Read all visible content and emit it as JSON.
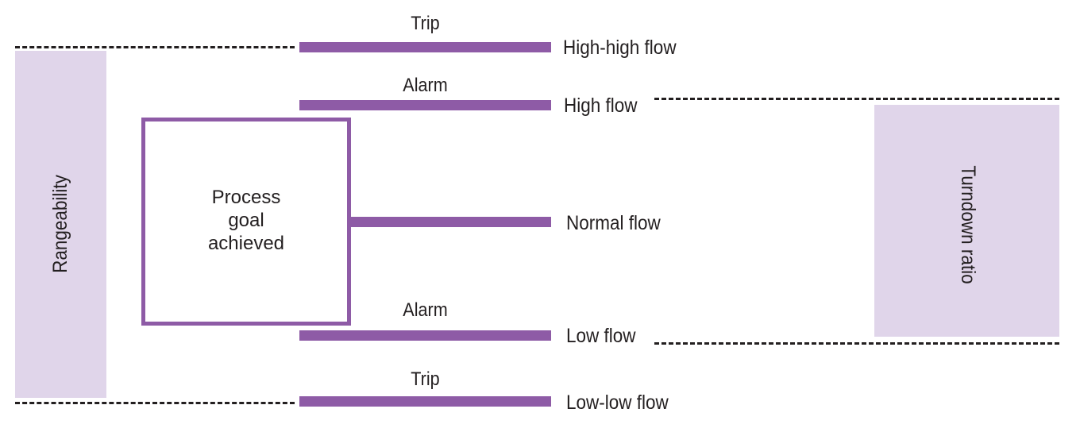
{
  "colors": {
    "accent": "#8e5ba6",
    "panel": "#e0d5ea",
    "text": "#231f20"
  },
  "left_panel": {
    "label": "Rangeability"
  },
  "right_panel": {
    "label": "Turndown ratio"
  },
  "goal_box": {
    "label": "Process goal achieved"
  },
  "levels": [
    {
      "bar_label": "Trip",
      "level_label": "High-high flow"
    },
    {
      "bar_label": "Alarm",
      "level_label": "High flow"
    },
    {
      "bar_label": "",
      "level_label": "Normal flow"
    },
    {
      "bar_label": "Alarm",
      "level_label": "Low flow"
    },
    {
      "bar_label": "Trip",
      "level_label": "Low-low flow"
    }
  ]
}
